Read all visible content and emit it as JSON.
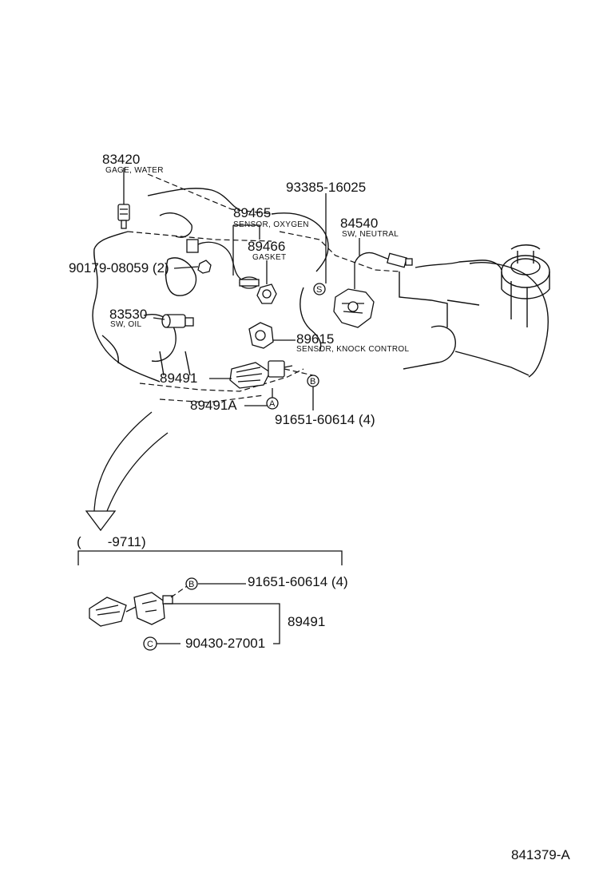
{
  "parts": [
    {
      "id": "gage-water",
      "number": "83420",
      "description": "GAGE, WATER"
    },
    {
      "id": "sensor-oxygen",
      "number": "89465",
      "description": "SENSOR, OXYGEN"
    },
    {
      "id": "gasket",
      "number": "89466",
      "description": "GASKET"
    },
    {
      "id": "bolt-93385",
      "number": "93385-16025",
      "description": ""
    },
    {
      "id": "sw-neutral",
      "number": "84540",
      "description": "SW, NEUTRAL"
    },
    {
      "id": "bolt-90179",
      "number": "90179-08059 (2)",
      "description": ""
    },
    {
      "id": "sw-oil",
      "number": "83530",
      "description": "SW, OIL"
    },
    {
      "id": "sensor-knock",
      "number": "89615",
      "description": "SENSOR, KNOCK CONTROL"
    },
    {
      "id": "computer-89491",
      "number": "89491",
      "description": ""
    },
    {
      "id": "computer-89491A",
      "number": "89491A",
      "description": ""
    },
    {
      "id": "bolt-91651",
      "number": "91651-60614 (4)",
      "description": ""
    }
  ],
  "callouts": {
    "a": "A",
    "b": "B",
    "c": "C",
    "s": "S"
  },
  "inset": {
    "date_range": "(       -9711)",
    "parts": [
      {
        "id": "inset-bolt-91651",
        "number": "91651-60614 (4)",
        "callout": "B"
      },
      {
        "id": "inset-computer-89491",
        "number": "89491",
        "callout": ""
      },
      {
        "id": "inset-screw-90430",
        "number": "90430-27001",
        "callout": "C"
      }
    ]
  },
  "figure_number": "841379-A"
}
